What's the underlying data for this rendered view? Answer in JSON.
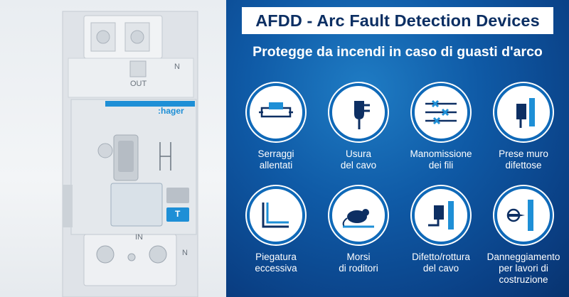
{
  "header": {
    "title": "AFDD - Arc Fault Detection Devices",
    "subtitle": "Protegge da incendi in caso di guasti d'arco"
  },
  "device": {
    "brand": ":hager",
    "top_label": "OUT",
    "bottom_label": "IN",
    "neutral_top": "N",
    "neutral_bottom": "N",
    "test_button": "T"
  },
  "icons": [
    {
      "icon": "loose-clamp-icon",
      "label_lines": [
        "Serraggi",
        "allentati"
      ]
    },
    {
      "icon": "worn-cable-plug-icon",
      "label_lines": [
        "Usura",
        "del cavo"
      ]
    },
    {
      "icon": "tampered-wires-icon",
      "label_lines": [
        "Manomissione",
        "dei fili"
      ]
    },
    {
      "icon": "faulty-wall-socket-icon",
      "label_lines": [
        "Prese muro",
        "difettose"
      ]
    },
    {
      "icon": "excessive-bend-icon",
      "label_lines": [
        "Piegatura",
        "eccessiva"
      ]
    },
    {
      "icon": "rodent-bite-icon",
      "label_lines": [
        "Morsi",
        "di roditori"
      ]
    },
    {
      "icon": "broken-cable-icon",
      "label_lines": [
        "Difetto/rottura",
        "del cavo"
      ]
    },
    {
      "icon": "drilling-damage-icon",
      "label_lines": [
        "Danneggiamento",
        "per lavori di",
        "costruzione"
      ]
    }
  ],
  "colors": {
    "panel_blue": "#0f5aa6",
    "title_text": "#0c2f63",
    "brand_blue": "#1e8fd6"
  }
}
